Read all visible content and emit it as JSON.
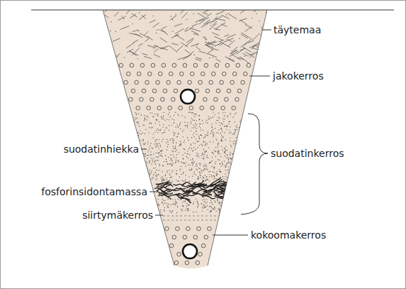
{
  "diagram": {
    "labels": [
      "täytemaa",
      "jakokerros",
      "suodatinhiekka",
      "suodatinkerros",
      "fosforinsidontamassa",
      "siirtymäkerros",
      "kokoomakerros"
    ]
  }
}
